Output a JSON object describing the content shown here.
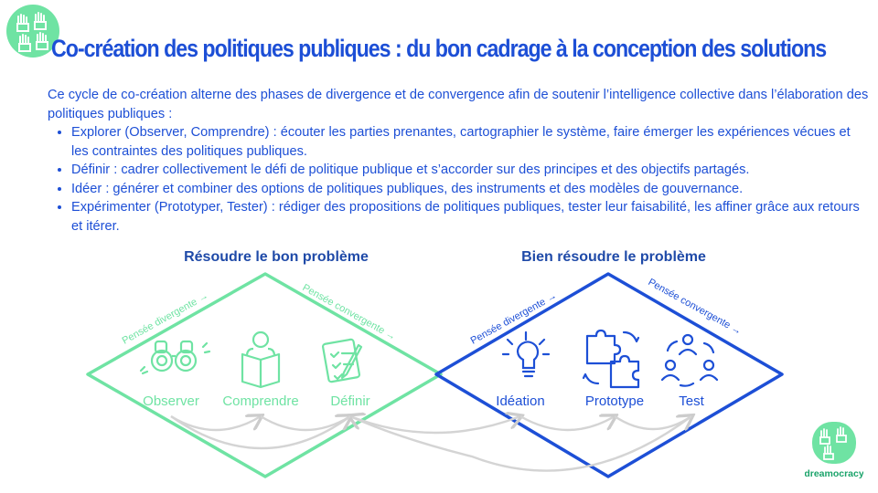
{
  "title": "Co-création des politiques publiques : du bon cadrage à la conception des solutions",
  "intro": "Ce cycle de co-création alterne des phases de divergence et de convergence afin de soutenir l’intelligence collective dans l’élaboration des politiques publiques :",
  "bullets": [
    "Explorer (Observer, Comprendre) : écouter les parties prenantes, cartographier le système, faire émerger les expériences vécues et les contraintes des politiques publiques.",
    "Définir : cadrer collectivement le défi de politique publique et s’accorder sur des principes et des objectifs partagés.",
    "Idéer : générer et combiner des options de politiques publiques, des instruments et des modèles de gouvernance.",
    "Expérimenter (Prototyper, Tester) : rédiger des propositions de politiques publiques, tester leur faisabilité, les affiner grâce aux retours et itérer."
  ],
  "diagram": {
    "left": {
      "heading": "Résoudre le bon problème",
      "divergent": "Pensée divergente →",
      "convergent": "Pensée convergente →",
      "stages": [
        {
          "label": "Observer",
          "icon": "binoculars-icon"
        },
        {
          "label": "Comprendre",
          "icon": "reading-person-icon"
        },
        {
          "label": "Définir",
          "icon": "checklist-pen-icon"
        }
      ]
    },
    "right": {
      "heading": "Bien résoudre le problème",
      "divergent": "Pensée divergente →",
      "convergent": "Pensée convergente →",
      "stages": [
        {
          "label": "Idéation",
          "icon": "lightbulb-icon"
        },
        {
          "label": "Prototype",
          "icon": "puzzle-icon"
        },
        {
          "label": "Test",
          "icon": "user-cycle-icon"
        }
      ]
    }
  },
  "logo_text": "dreamocracy",
  "colors": {
    "blue": "#1d4fd6",
    "green": "#6fe3a3",
    "grey": "#d4d4d4",
    "heading": "#1f4aa8"
  }
}
